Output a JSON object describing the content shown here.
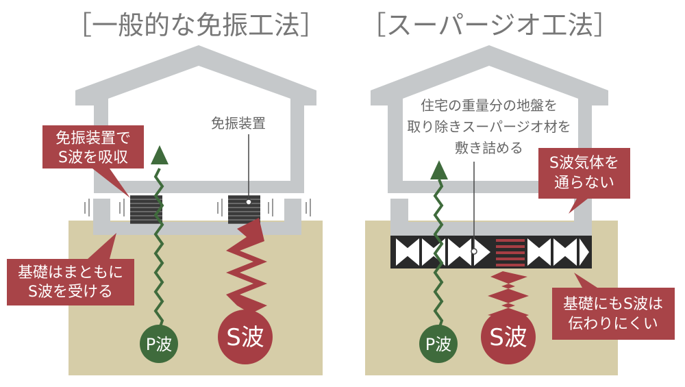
{
  "titles": {
    "left": "［一般的な免振工法］",
    "right": "［スーパージオ工法］"
  },
  "left": {
    "device_label": "免振装置",
    "callout_top": [
      "免振装置で",
      "S波を吸収"
    ],
    "callout_bottom": [
      "基礎はまともに",
      "S波を受ける"
    ],
    "p_wave": "P波",
    "s_wave": "S波"
  },
  "right": {
    "house_text": [
      "住宅の重量分の地盤を",
      "取り除きスーパージオ材を",
      "敷き詰める"
    ],
    "callout_top": [
      "S波気体を",
      "通らない"
    ],
    "callout_bottom": [
      "基礎にもS波は",
      "伝わりにくい"
    ],
    "p_wave": "P波",
    "s_wave": "S波"
  },
  "colors": {
    "ground": "#d6cda8",
    "house_fill": "#c5c8ca",
    "callout": "#a84448",
    "p_wave": "#3f6b3c",
    "s_wave": "#a63e44"
  }
}
